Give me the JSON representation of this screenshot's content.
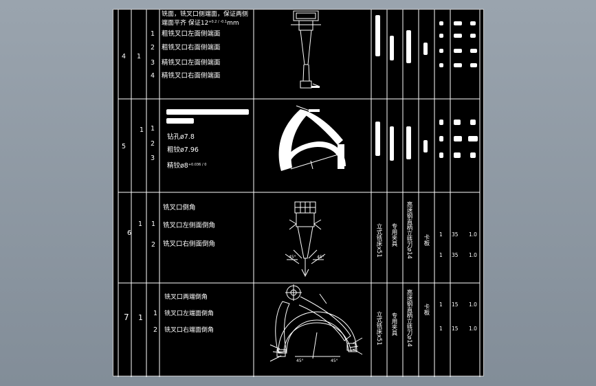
{
  "rows": [
    {
      "num": "4",
      "station": "1",
      "header_line1": "铣面，铣叉口侧端面，保证两侧",
      "header_line2": "端面平齐  保证12",
      "header_tol": "+0.2 / -0.1",
      "header_unit": "mm",
      "steps": [
        {
          "n": "1",
          "text": "粗铣叉口左面侧端面"
        },
        {
          "n": "2",
          "text": "粗铣叉口右面侧端面"
        },
        {
          "n": "3",
          "text": "精铣叉口左面侧端面"
        },
        {
          "n": "4",
          "text": "精铣叉口右面侧端面"
        }
      ]
    },
    {
      "num": "5",
      "station": "1",
      "steps": [
        {
          "n": "1",
          "text": "钻孔ø7.8"
        },
        {
          "n": "2",
          "text": "粗铰ø7.96"
        },
        {
          "n": "3",
          "text": "精铰ø8",
          "tol": "+0.036 / 0"
        }
      ]
    },
    {
      "num": "6",
      "station": "1",
      "title": "铣叉口倒角",
      "steps": [
        {
          "n": "1",
          "text": "铣叉口左侧面倒角"
        },
        {
          "n": "2",
          "text": "铣叉口右侧面倒角"
        }
      ],
      "machine": "立式铣床x51",
      "fixture": "专用夹具",
      "tool": "高速钢直柄立铣刀ø14",
      "gauge": "卡板",
      "vals": [
        {
          "a": "1",
          "b": "35",
          "c": "1.0"
        },
        {
          "a": "1",
          "b": "35",
          "c": "1.0"
        }
      ]
    },
    {
      "num": "7",
      "station": "1",
      "title": "铣叉口两端倒角",
      "steps": [
        {
          "n": "1",
          "text": "铣叉口左端面倒角"
        },
        {
          "n": "2",
          "text": "铣叉口右端面倒角"
        }
      ],
      "machine": "立式铣床x51",
      "fixture": "专用夹具",
      "tool": "高速钢直柄立铣刀ø14",
      "gauge": "卡板",
      "vals": [
        {
          "a": "1",
          "b": "15",
          "c": "1.0"
        },
        {
          "a": "1",
          "b": "15",
          "c": "1.0"
        }
      ]
    }
  ],
  "dim_labels": {
    "r6_left": "45°",
    "r6_right": "45°",
    "r7_left": "45°",
    "r7_right": "45°"
  }
}
